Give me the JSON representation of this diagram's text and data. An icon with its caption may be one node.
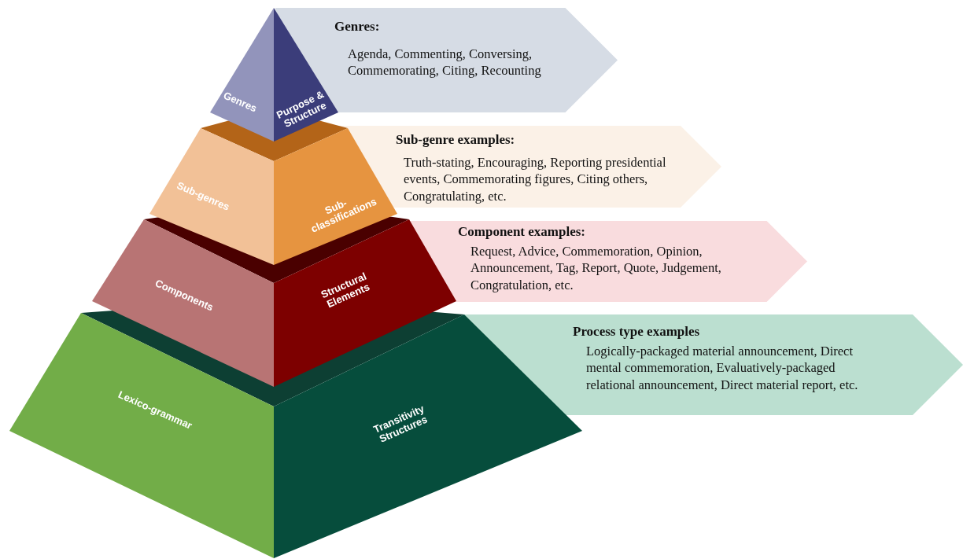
{
  "diagram": {
    "nodes": [
      {
        "text": [
          "Genres"
        ]
      },
      {
        "text": [
          "Purpose & Structure"
        ]
      },
      {
        "text": [
          "**Genres**:",
          "Agenda, Commenting, Conversing, Commemorating, Citing, Recounting"
        ]
      },
      {
        "text": [
          "Sub-genres"
        ]
      },
      {
        "text": [
          "Sub-classifications"
        ]
      },
      {
        "text": [
          "Sub-genre examples:",
          "Truth-stating, Encouraging, Reporting presidential events, Commemorating figures, Citing others, Congratulating, etc."
        ]
      },
      {
        "text": [
          "Components"
        ]
      },
      {
        "text": [
          "Structural Elements"
        ]
      },
      {
        "text": [
          "Component examples:",
          "Request, Advice, Commemoration, Opinion, Announcement, Tag, Report, Quote, Judgement, Congratulation, etc."
        ]
      },
      {
        "text": [
          "Lexico-grammar"
        ]
      },
      {
        "text": [
          "Transitivity Structures"
        ]
      },
      {
        "text": [
          "Process type examples",
          "Logically-packaged material announcement, Direct mental commemoration, Evaluatively-packaged relational announcement, Direct material report, etc."
        ]
      }
    ]
  }
}
